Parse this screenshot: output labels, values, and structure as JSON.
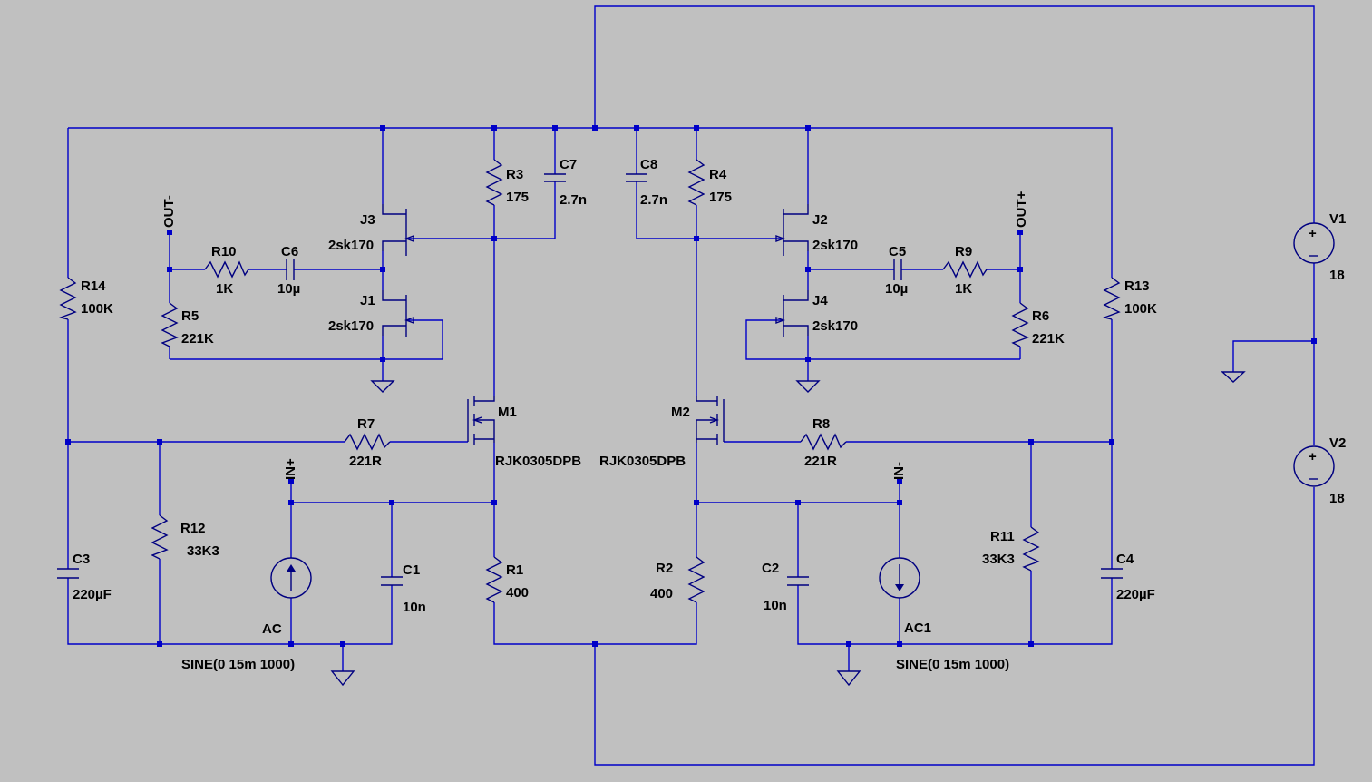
{
  "components": {
    "R1": {
      "name": "R1",
      "value": "400"
    },
    "R2": {
      "name": "R2",
      "value": "400"
    },
    "R3": {
      "name": "R3",
      "value": "175"
    },
    "R4": {
      "name": "R4",
      "value": "175"
    },
    "R5": {
      "name": "R5",
      "value": "221K"
    },
    "R6": {
      "name": "R6",
      "value": "221K"
    },
    "R7": {
      "name": "R7",
      "value": "221R"
    },
    "R8": {
      "name": "R8",
      "value": "221R"
    },
    "R9": {
      "name": "R9",
      "value": "1K"
    },
    "R10": {
      "name": "R10",
      "value": "1K"
    },
    "R11": {
      "name": "R11",
      "value": "33K3"
    },
    "R12": {
      "name": "R12",
      "value": "33K3"
    },
    "R13": {
      "name": "R13",
      "value": "100K"
    },
    "R14": {
      "name": "R14",
      "value": "100K"
    },
    "C1": {
      "name": "C1",
      "value": "10n"
    },
    "C2": {
      "name": "C2",
      "value": "10n"
    },
    "C3": {
      "name": "C3",
      "value": "220µF"
    },
    "C4": {
      "name": "C4",
      "value": "220µF"
    },
    "C5": {
      "name": "C5",
      "value": "10µ"
    },
    "C6": {
      "name": "C6",
      "value": "10µ"
    },
    "C7": {
      "name": "C7",
      "value": "2.7n"
    },
    "C8": {
      "name": "C8",
      "value": "2.7n"
    },
    "J1": {
      "name": "J1",
      "value": "2sk170"
    },
    "J2": {
      "name": "J2",
      "value": "2sk170"
    },
    "J3": {
      "name": "J3",
      "value": "2sk170"
    },
    "J4": {
      "name": "J4",
      "value": "2sk170"
    },
    "M1": {
      "name": "M1",
      "value": "RJK0305DPB"
    },
    "M2": {
      "name": "M2",
      "value": "RJK0305DPB"
    },
    "V1": {
      "name": "V1",
      "value": "18"
    },
    "V2": {
      "name": "V2",
      "value": "18"
    },
    "AC": {
      "name": "AC",
      "value": "SINE(0 15m 1000)"
    },
    "AC1": {
      "name": "AC1",
      "value": "SINE(0 15m 1000)"
    }
  },
  "nets": {
    "out_minus": "OUT-",
    "out_plus": "OUT+",
    "in_plus": "IN+",
    "in_minus": "IN-"
  },
  "colors": {
    "background": "#C0C0C0",
    "wire": "#0000C8",
    "symbol": "#000080",
    "text": "#000000"
  }
}
